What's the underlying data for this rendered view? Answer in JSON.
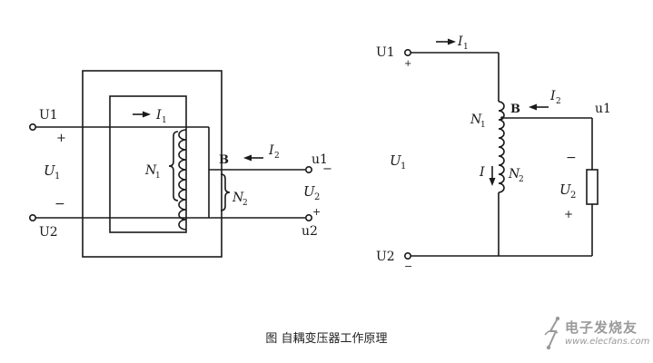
{
  "colors": {
    "ink": "#1a1a1a",
    "caption": "#222222",
    "watermark": "#9a9a9a"
  },
  "labels": {
    "U1": "U1",
    "U2": "U2",
    "u1": "u1",
    "u2": "u2",
    "I1": "I",
    "I1_sub": "1",
    "I2": "I",
    "I2_sub": "2",
    "I": "I",
    "U1_phasor": "U",
    "U1_phasor_sub": "1",
    "U2_phasor": "U",
    "U2_phasor_sub": "2",
    "N1": "N",
    "N1_sub": "1",
    "N2": "N",
    "N2_sub": "2",
    "B": "B",
    "plus": "+",
    "minus": "−"
  },
  "caption": "图  自耦变压器工作原理",
  "watermark": {
    "name": "电子发烧友",
    "url": "www.elecfans.com",
    "icon": "circuit-logo-icon"
  }
}
